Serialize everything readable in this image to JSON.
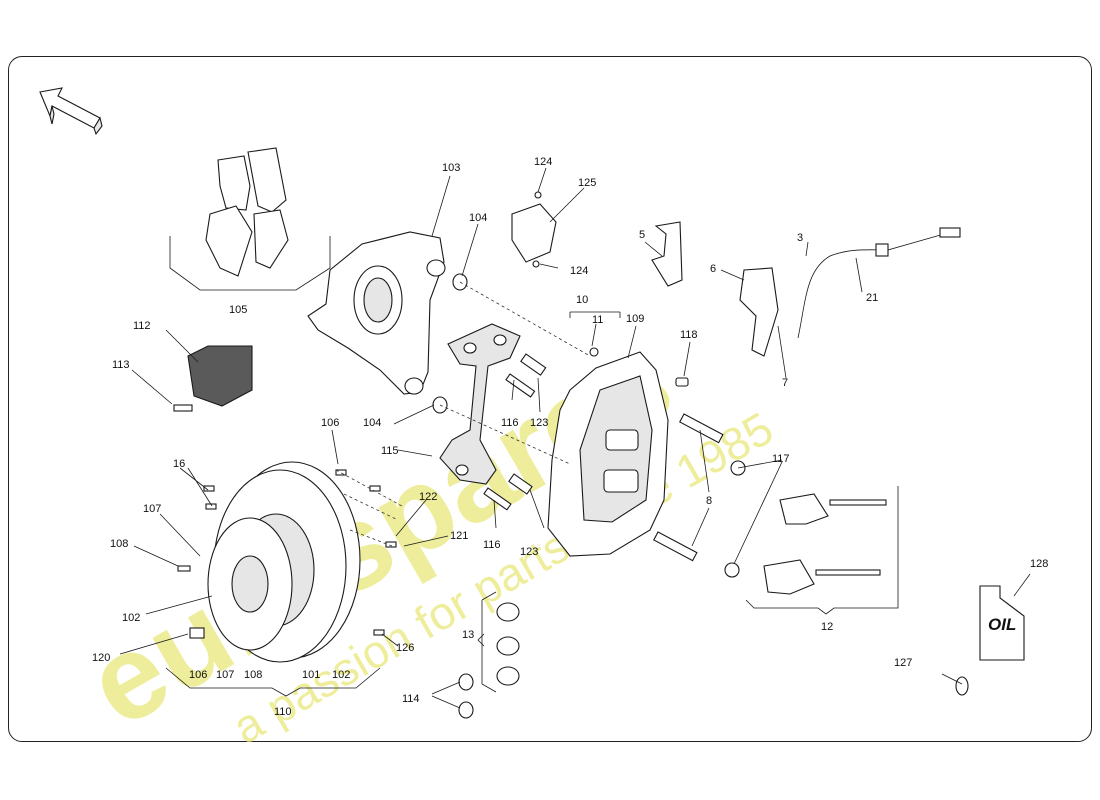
{
  "watermark": {
    "brand": "eurospares",
    "slogan": "a passion for parts since 1985"
  },
  "oil_label": "OIL",
  "icons": {
    "orientation": "direction-arrow-icon",
    "oil": "oil-bottle-icon"
  },
  "callouts": {
    "c3": "3",
    "c5": "5",
    "c6": "6",
    "c7": "7",
    "c8": "8",
    "c10": "10",
    "c11": "11",
    "c12": "12",
    "c13": "13",
    "c16": "16",
    "c21": "21",
    "c101": "101",
    "c102a": "102",
    "c102b": "102",
    "c103": "103",
    "c104a": "104",
    "c104b": "104",
    "c105": "105",
    "c106a": "106",
    "c106b": "106",
    "c107a": "107",
    "c107b": "107",
    "c108a": "108",
    "c108b": "108",
    "c109": "109",
    "c110": "110",
    "c112": "112",
    "c113": "113",
    "c114": "114",
    "c115": "115",
    "c116a": "116",
    "c116b": "116",
    "c117": "117",
    "c118": "118",
    "c120": "120",
    "c121": "121",
    "c122": "122",
    "c123a": "123",
    "c123b": "123",
    "c124a": "124",
    "c124b": "124",
    "c125": "125",
    "c126": "126",
    "c127": "127",
    "c128": "128"
  },
  "colors": {
    "watermark": "#e8e87a",
    "outline": "#1a1a1a",
    "shield": "#5a5a5a"
  }
}
